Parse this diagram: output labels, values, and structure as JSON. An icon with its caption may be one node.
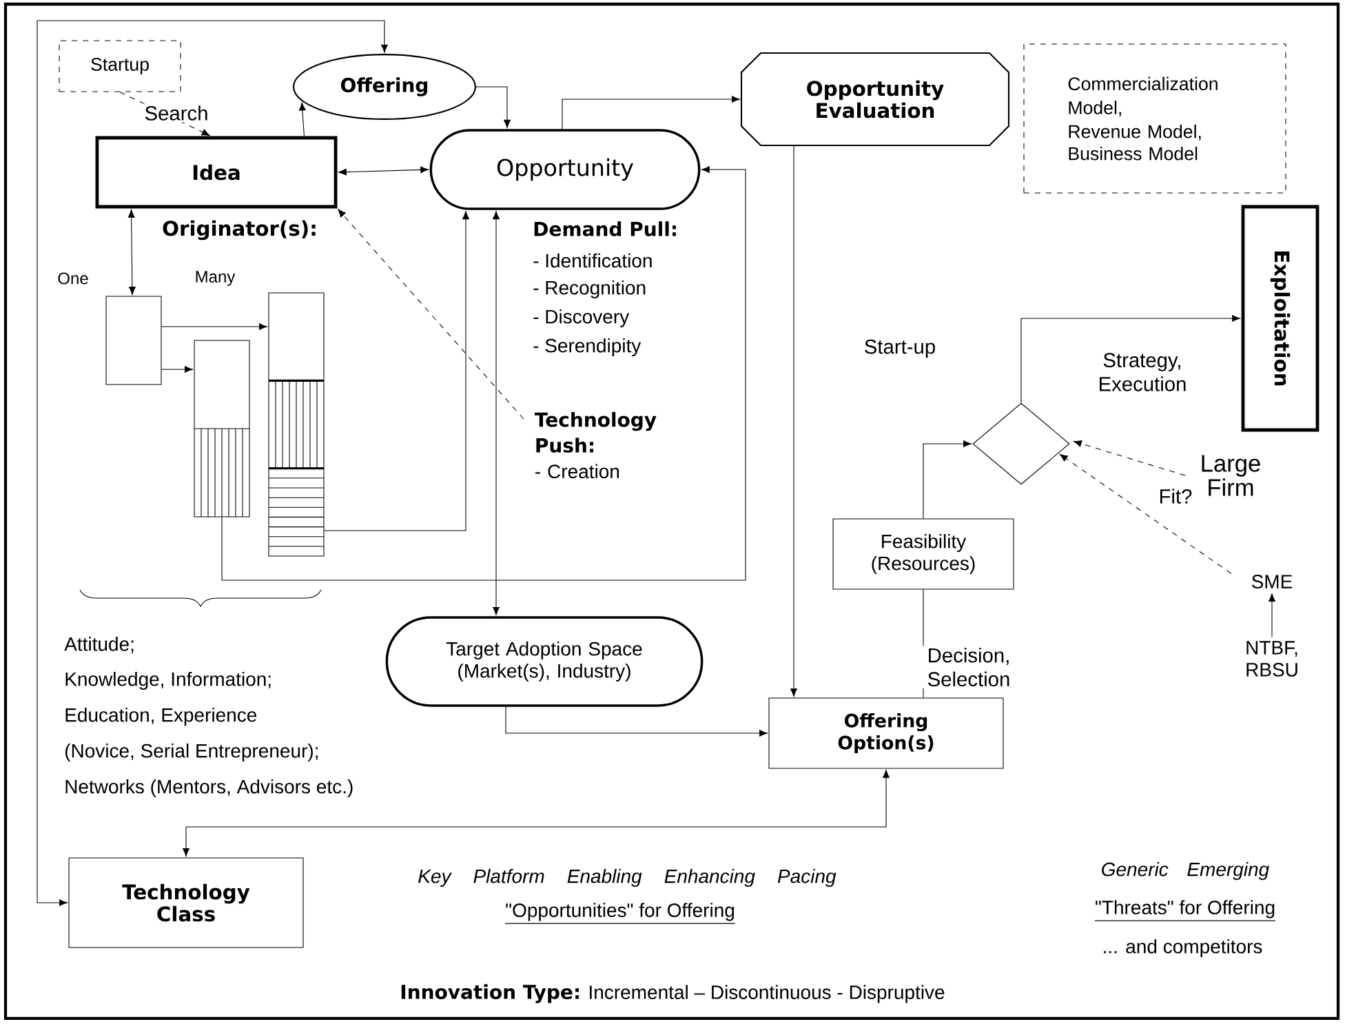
{
  "diagram": {
    "nodes": [
      {
        "text": [
          "Startup"
        ]
      },
      {
        "text": [
          "Offering"
        ]
      },
      {
        "text": [
          "Idea"
        ]
      },
      {
        "text": [
          "Opportunity"
        ]
      },
      {
        "text": [
          "Opportunity Evaluation"
        ]
      },
      {
        "text": [
          "Commercialization Model,",
          "Revenue Model,",
          "Business Model"
        ]
      },
      {
        "text": [
          "Exploitation"
        ]
      },
      {
        "text": [],
        "shape": "box"
      },
      {
        "text": [],
        "shape": "bar"
      },
      {
        "text": [],
        "shape": "bar"
      },
      {
        "text": [],
        "shape": "diamond"
      },
      {
        "text": [
          "Feasibility (Resources)"
        ]
      },
      {
        "text": [
          "Target Adoption Space",
          "(Market(s), Industry)"
        ]
      },
      {
        "text": [
          "Offering Option(s)"
        ]
      },
      {
        "text": [
          "Technology Class"
        ]
      },
      {
        "text": [
          "Large Firm"
        ]
      },
      {
        "text": [
          "SME"
        ]
      },
      {
        "text": [
          "NTBF, RBSU"
        ]
      },
      {
        "text": [
          "Technology Push:",
          "- Creation"
        ]
      }
    ],
    "edges": [
      {
        "from": 0,
        "to": 2,
        "arrow": "to",
        "style": "dashed",
        "label": "Search"
      },
      {
        "from": 2,
        "to": 1,
        "arrow": "to"
      },
      {
        "from": 1,
        "to": 3,
        "arrow": "to"
      },
      {
        "from": 2,
        "to": 3,
        "arrow": "both"
      },
      {
        "from": 3,
        "to": 4,
        "arrow": "to"
      },
      {
        "from": 4,
        "to": 13,
        "arrow": "to"
      },
      {
        "from": 2,
        "to": 7,
        "arrow": "both"
      },
      {
        "from": 7,
        "to": 9,
        "arrow": "to"
      },
      {
        "from": 7,
        "to": 8,
        "arrow": "to"
      },
      {
        "from": 9,
        "to": 3,
        "arrow": "to"
      },
      {
        "from": 8,
        "to": 3,
        "arrow": "to"
      },
      {
        "from": 3,
        "to": 12,
        "arrow": "both"
      },
      {
        "from": 12,
        "to": 13,
        "arrow": "to"
      },
      {
        "from": 18,
        "to": 2,
        "arrow": "to",
        "style": "dashed"
      },
      {
        "from": 13,
        "to": 14,
        "arrow": "both"
      },
      {
        "from": 14,
        "to": 1,
        "arrow": "both"
      },
      {
        "from": 13,
        "to": 11,
        "arrow": "none",
        "label": "Decision, Selection"
      },
      {
        "from": 11,
        "to": 10,
        "arrow": "to"
      },
      {
        "from": 10,
        "to": 6,
        "arrow": "to",
        "label": "Strategy, Execution"
      },
      {
        "from": 15,
        "to": 10,
        "arrow": "to",
        "style": "dashed"
      },
      {
        "from": 16,
        "to": 10,
        "arrow": "to",
        "style": "dashed",
        "label": "Fit?"
      },
      {
        "from": 17,
        "to": 16,
        "arrow": "to"
      }
    ],
    "labels": [
      "Originator(s):",
      "One",
      "Many",
      "Demand Pull:",
      "- Identification",
      "- Recognition",
      "- Discovery",
      "- Serendipity",
      "Start-up",
      "Attitude;",
      "Knowledge, Information;",
      "Education, Experience",
      "(Novice, Serial Entrepreneur);",
      "Networks (Mentors, Advisors etc.)",
      "Key Platform Enabling Enhancing Pacing",
      "\"Opportunities\" for Offering",
      "Generic Emerging",
      "\"Threats\" for Offering",
      "... and competitors",
      "**Innovation Type:** Incremental – Discontinuous - Dispruptive"
    ]
  }
}
